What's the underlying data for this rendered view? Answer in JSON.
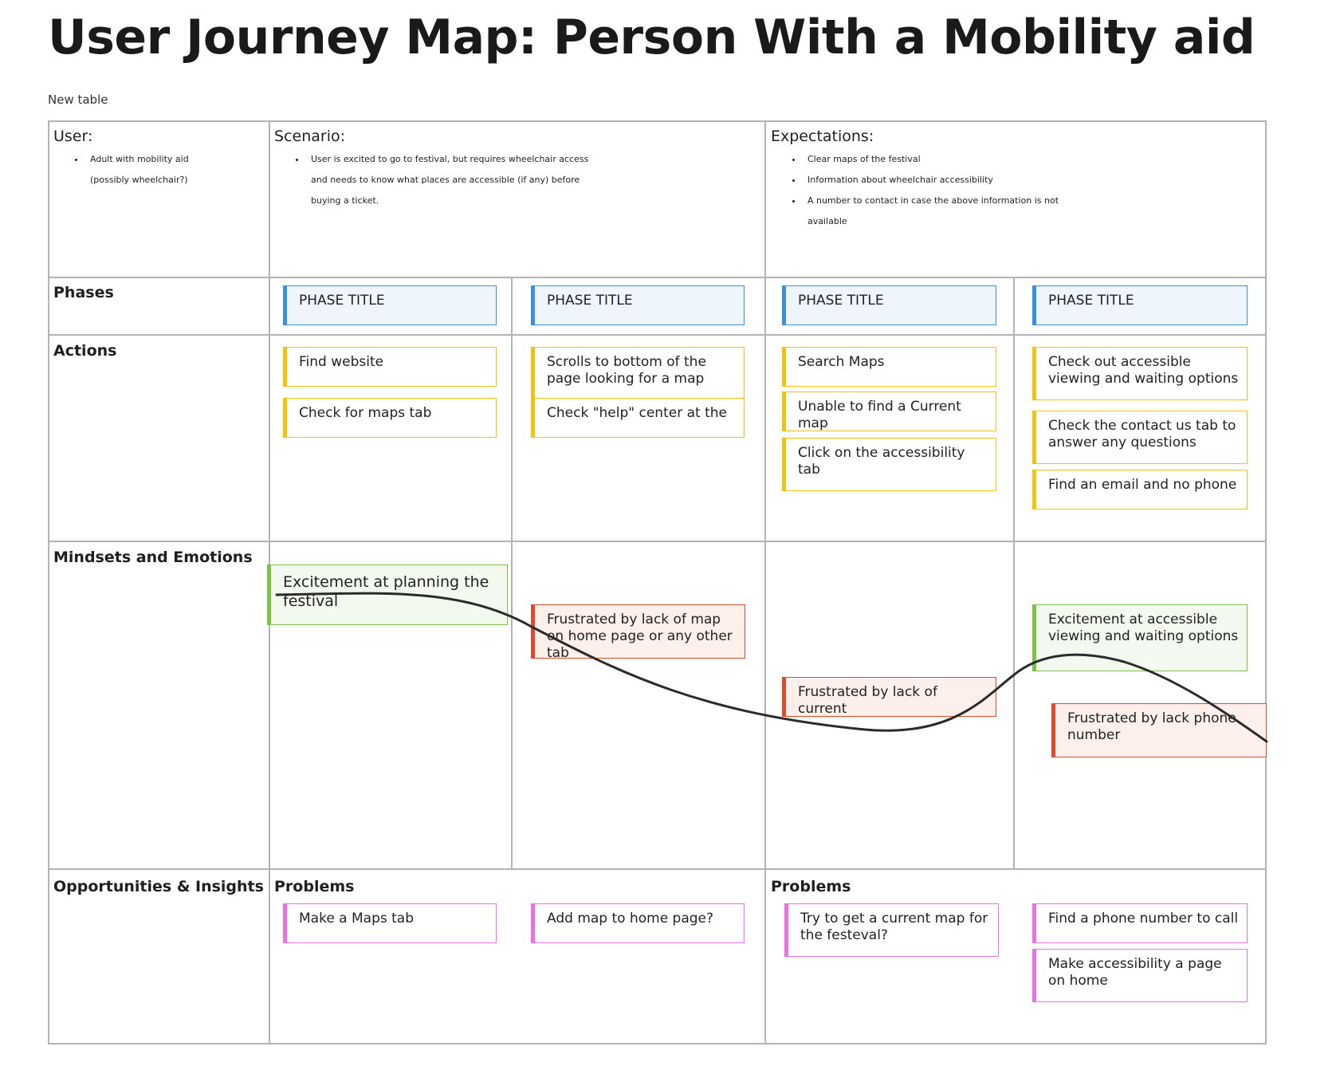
{
  "title": "User Journey Map: Person With a Mobility aid",
  "subtitle": "New table",
  "user": {
    "heading": "User:",
    "bullets": [
      "Adult with mobility aid",
      "(possibly wheelchair?)"
    ]
  },
  "scenario": {
    "heading": "Scenario:",
    "bullets": [
      "User is excited to go to festival, but requires wheelchair access",
      "and needs to know what places are accessible (if any) before",
      "buying a ticket."
    ]
  },
  "expectations": {
    "heading": "Expectations:",
    "bullets": [
      "Clear maps of the festival",
      "Information about wheelchair accessibility",
      "A number to contact in case the above information is not",
      "available"
    ]
  },
  "rows": {
    "phases": "Phases",
    "actions": "Actions",
    "mindsets": "Mindsets and Emotions",
    "opportunities": "Opportunities & Insights"
  },
  "phases": [
    "PHASE TITLE",
    "PHASE TITLE",
    "PHASE TITLE",
    "PHASE TITLE"
  ],
  "actions": {
    "col1": [
      "Find website",
      "Check for maps tab"
    ],
    "col2": [
      "Scrolls to bottom of the page looking for a map",
      "Check \"help\" center at the"
    ],
    "col3": [
      "Search Maps",
      "Unable to find a Current map",
      "Click on the accessibility tab"
    ],
    "col4": [
      "Check out accessible viewing and waiting options",
      "Check the contact us tab to answer any questions",
      "Find an email and no phone"
    ]
  },
  "emotions": {
    "e1": "Excitement at planning the festival",
    "e2": "Frustrated by lack of map on home page or any other tab",
    "e3": "Frustrated by lack of current",
    "e4": "Excitement at accessible viewing and waiting options",
    "e5": "Frustrated by lack phone number"
  },
  "opportunities": {
    "problems_left": "Problems",
    "problems_right": "Problems",
    "items": [
      "Make a Maps tab",
      "Add map to home page?",
      "Try to get a current map for the festeval?",
      "Find a phone number to call",
      "Make accessibility a page on home"
    ]
  },
  "colors": {
    "phase": "#3a8ee6",
    "action": "#f4c20d",
    "positive": "#7dc04a",
    "negative": "#e04b2c",
    "opportunity": "#ee70e8",
    "grid": "#b3b3b3"
  }
}
